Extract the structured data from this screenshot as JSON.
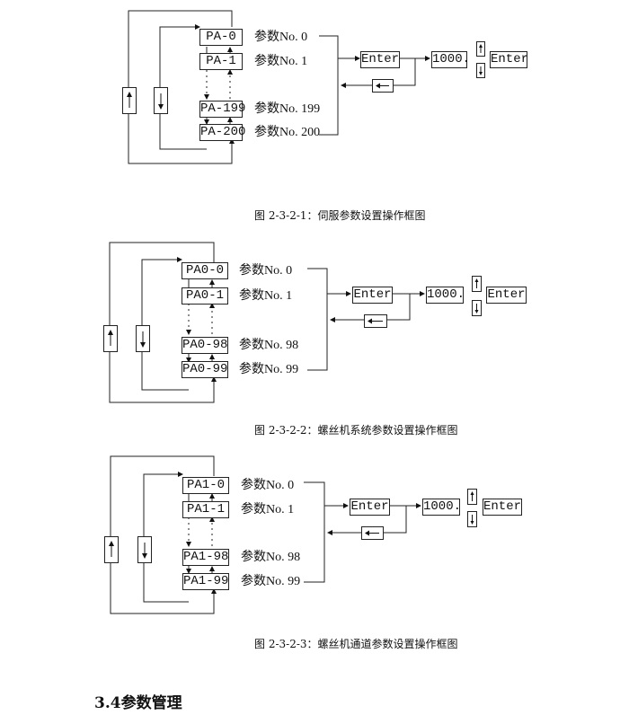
{
  "diagrams": [
    {
      "param_boxes": [
        "PA-0",
        "PA-1",
        "PA-199",
        "PA-200"
      ],
      "param_labels": [
        "参数No. 0",
        "参数No. 1",
        "参数No. 199",
        "参数No. 200"
      ],
      "enter_label": "Enter",
      "value_label": "1000.",
      "enter2_label": "Enter",
      "caption": "图 2-3-2-1：伺服参数设置操作框图"
    },
    {
      "param_boxes": [
        "PA0-0",
        "PA0-1",
        "PA0-98",
        "PA0-99"
      ],
      "param_labels": [
        "参数No. 0",
        "参数No. 1",
        "参数No. 98",
        "参数No. 99"
      ],
      "enter_label": "Enter",
      "value_label": "1000.",
      "enter2_label": "Enter",
      "caption": "图 2-3-2-2：螺丝机系统参数设置操作框图"
    },
    {
      "param_boxes": [
        "PA1-0",
        "PA1-1",
        "PA1-98",
        "PA1-99"
      ],
      "param_labels": [
        "参数No. 0",
        "参数No. 1",
        "参数No. 98",
        "参数No. 99"
      ],
      "enter_label": "Enter",
      "value_label": "1000.",
      "enter2_label": "Enter",
      "caption": "图 2-3-2-3：螺丝机通道参数设置操作框图"
    }
  ],
  "section_heading": "3.4参数管理",
  "icons": {
    "up": "up-arrow-icon",
    "down": "down-arrow-icon",
    "left": "left-arrow-icon"
  }
}
